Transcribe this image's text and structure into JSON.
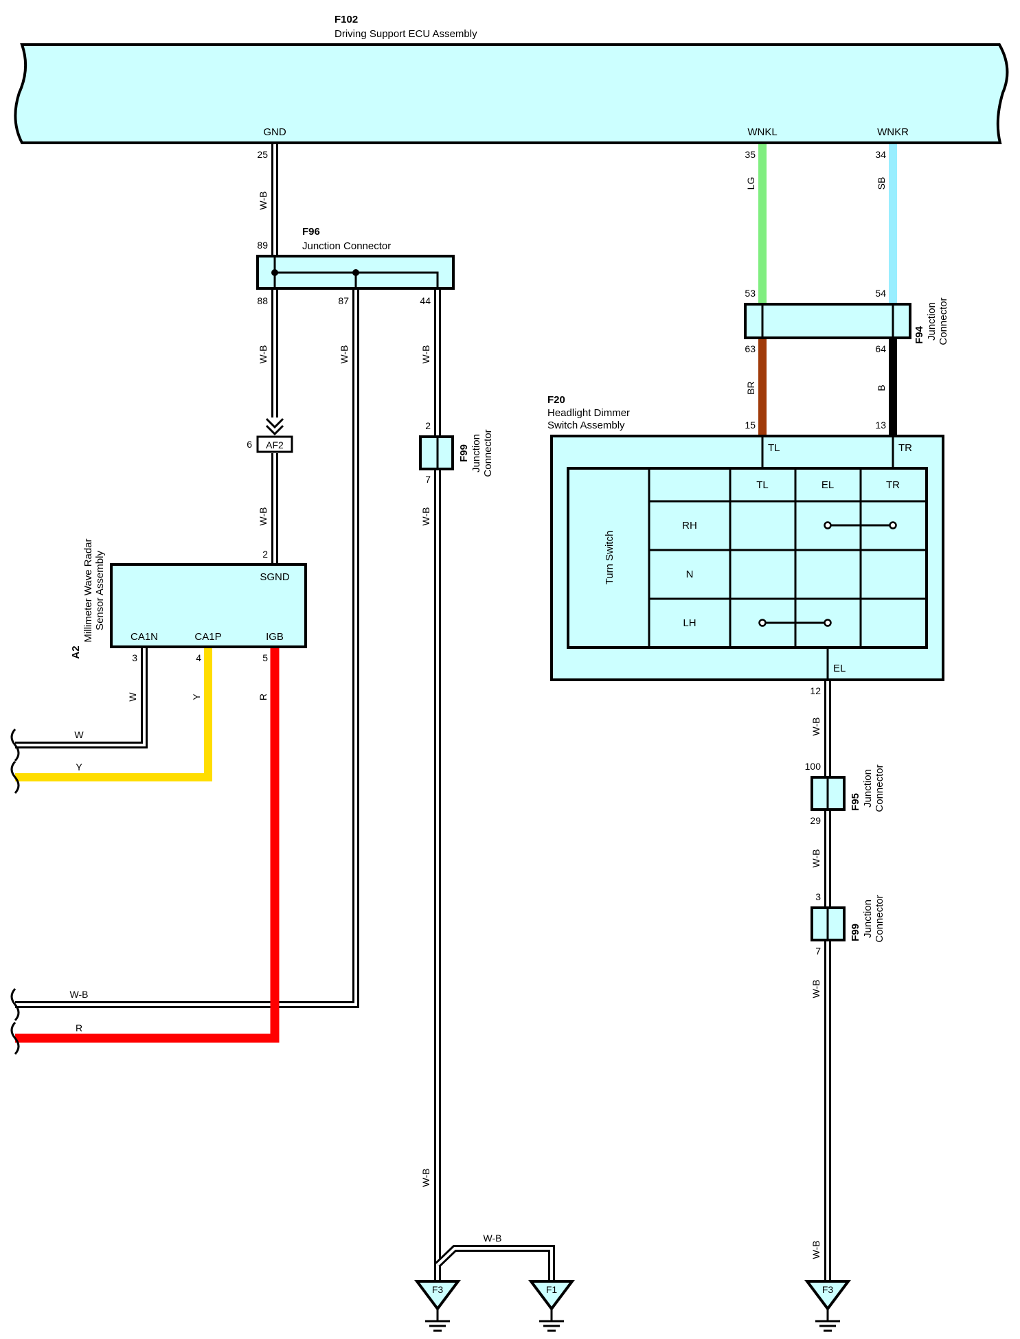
{
  "colors": {
    "component_fill": "#ccffff",
    "W": "#ffffff",
    "W-B": "#ffffff",
    "LG": "#80ee80",
    "SB": "#99eeff",
    "BR": "#a03a0a",
    "B": "#000000",
    "Y": "#ffdd00",
    "R": "#ff0000"
  },
  "components": {
    "f102": {
      "code": "F102",
      "name": "Driving Support ECU Assembly",
      "terminals": [
        "GND",
        "WNKL",
        "WNKR"
      ]
    },
    "f96": {
      "code": "F96",
      "name": "Junction Connector"
    },
    "f94": {
      "code": "F94",
      "name_line1": "Junction",
      "name_line2": "Connector"
    },
    "f99a": {
      "code": "F99",
      "name_line1": "Junction",
      "name_line2": "Connector"
    },
    "f99b": {
      "code": "F99",
      "name_line1": "Junction",
      "name_line2": "Connector"
    },
    "f95": {
      "code": "F95",
      "name_line1": "Junction",
      "name_line2": "Connector"
    },
    "af2": {
      "code": "AF2"
    },
    "a2": {
      "code": "A2",
      "name_line1": "Millimeter Wave Radar",
      "name_line2": "Sensor Assembly",
      "terminals": [
        "SGND",
        "CA1N",
        "CA1P",
        "IGB"
      ]
    },
    "f20": {
      "code": "F20",
      "name_line1": "Headlight Dimmer",
      "name_line2": "Switch Assembly",
      "terminals": [
        "TL",
        "TR",
        "EL"
      ],
      "switch_table": {
        "title": "Turn Switch",
        "columns": [
          "TL",
          "EL",
          "TR"
        ],
        "rows": [
          "RH",
          "N",
          "LH"
        ],
        "continuity": [
          {
            "row": "RH",
            "from": "EL",
            "to": "TR"
          },
          {
            "row": "LH",
            "from": "TL",
            "to": "EL"
          }
        ]
      }
    }
  },
  "grounds": [
    "F3",
    "F1",
    "F3"
  ],
  "pins": [
    "25",
    "89",
    "88",
    "87",
    "44",
    "6",
    "2",
    "2",
    "7",
    "3",
    "4",
    "5",
    "35",
    "34",
    "53",
    "54",
    "63",
    "64",
    "15",
    "13",
    "12",
    "100",
    "29",
    "3",
    "7"
  ],
  "wires": [
    "W-B",
    "W-B",
    "W-B",
    "W-B",
    "W-B",
    "W-B",
    "W-B",
    "W-B",
    "W-B",
    "W-B",
    "W-B",
    "W-B",
    "LG",
    "SB",
    "BR",
    "B",
    "W",
    "Y",
    "R",
    "W",
    "Y",
    "R"
  ]
}
